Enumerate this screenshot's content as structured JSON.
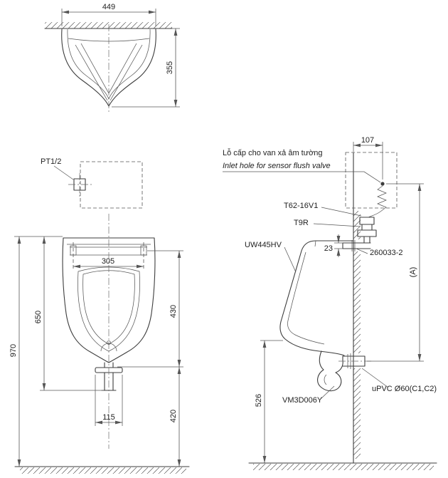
{
  "title": "Urinal installation dimension drawing",
  "colors": {
    "line": "#3d3d3d",
    "background": "#ffffff",
    "text": "#222222"
  },
  "top_view": {
    "dim_width": "449",
    "dim_depth": "355"
  },
  "front_view": {
    "label_inlet_thread": "PT1/2",
    "dim_bolt_spacing": "305",
    "dim_650": "650",
    "dim_430": "430",
    "dim_total_height": "970",
    "dim_115": "115",
    "dim_420": "420"
  },
  "side_view": {
    "dim_107": "107",
    "note_line1_vi": "Lỗ cấp cho van xả âm tường",
    "note_line2_en": "Inlet hole for sensor flush valve",
    "label_flush_valve": "T62-16V1",
    "label_stop_valve": "T9R",
    "label_urinal_model": "UW445HV",
    "dim_23": "23",
    "label_wall_fitting": "260033-2",
    "dim_A": "(A)",
    "dim_526": "526",
    "label_trap": "VM3D006Y",
    "label_outlet_pipe": "uPVC Ø60(C1,C2)"
  }
}
